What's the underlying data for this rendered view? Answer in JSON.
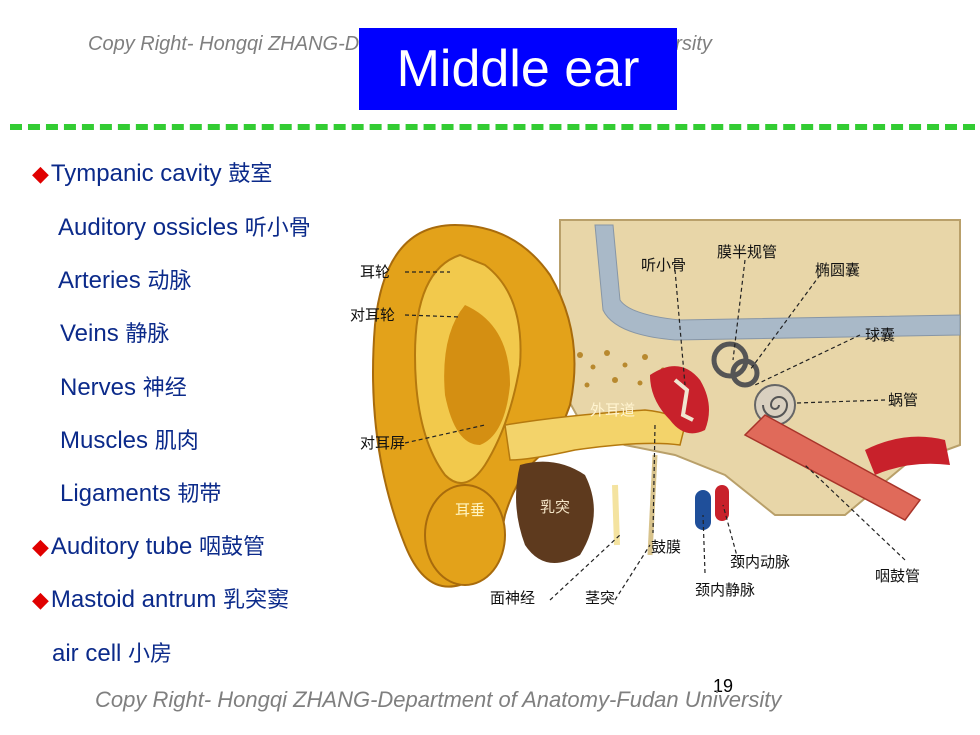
{
  "copyright_top": "Copy Right- Hongqi ZHANG-Department of Anatomy-Fudan University",
  "copyright_bottom": "Copy Right- Hongqi ZHANG-Department of Anatomy-Fudan University",
  "title": "Middle ear",
  "page_number": "19",
  "outline": [
    {
      "bullet": "◆",
      "en": "Tympanic cavity",
      "zh": "鼓室"
    },
    {
      "bullet": "",
      "en": "Auditory ossicles",
      "zh": "听小骨"
    },
    {
      "bullet": "",
      "en": "Arteries",
      "zh": "动脉"
    },
    {
      "bullet": "",
      "en": "Veins",
      "zh": "静脉"
    },
    {
      "bullet": "",
      "en": "Nerves",
      "zh": "神经"
    },
    {
      "bullet": "",
      "en": "Muscles",
      "zh": "肌肉"
    },
    {
      "bullet": "",
      "en": "Ligaments",
      "zh": "韧带"
    },
    {
      "bullet": "◆",
      "en": "Auditory tube",
      "zh": "咽鼓管"
    },
    {
      "bullet": "◆",
      "en": "Mastoid antrum",
      "zh": "乳突窦"
    },
    {
      "bullet": "",
      "en": "air cell",
      "zh": "小房"
    }
  ],
  "figure_labels": {
    "helix": "耳轮",
    "antihelix": "对耳轮",
    "antitragus": "对耳屏",
    "lobule": "耳垂",
    "mastoid": "乳突",
    "ext_canal": "外耳道",
    "ossicles": "听小骨",
    "semicircular": "膜半规管",
    "utricle": "椭圆囊",
    "saccule": "球囊",
    "cochlea": "蜗管",
    "tympanic_membrane": "鼓膜",
    "int_carotid": "颈内动脉",
    "int_jugular": "颈内静脉",
    "auditory_tube": "咽鼓管",
    "facial_nerve": "面神经",
    "styloid": "茎突"
  },
  "colors": {
    "title_bg": "#0000ff",
    "dash_line": "#33cc33",
    "bullet": "#e00000",
    "text": "#0b2a8a"
  }
}
